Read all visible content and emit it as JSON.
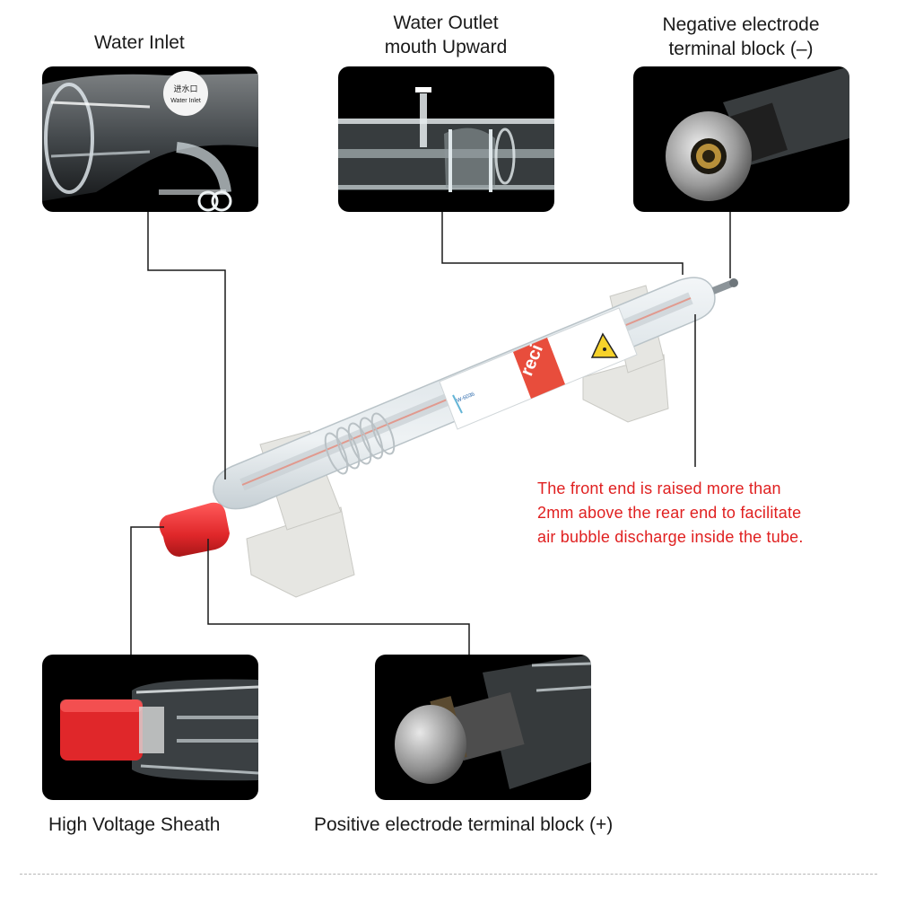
{
  "labels": {
    "water_inlet": "Water Inlet",
    "water_outlet_1": "Water Outlet",
    "water_outlet_2": "mouth Upward",
    "negative_1": "Negative electrode",
    "negative_2": "terminal block (–)",
    "high_voltage": "High Voltage Sheath",
    "positive": "Positive electrode terminal block (+)"
  },
  "note": {
    "line1": "The front end is raised more than",
    "line2": "2mm above the rear end to facilitate",
    "line3": "air bubble discharge inside the tube."
  },
  "inset_text": {
    "water_inlet_cn": "进水口",
    "water_inlet_en": "Water Inlet"
  },
  "tube_label": {
    "brand": "reci",
    "model": "W-6036"
  },
  "colors": {
    "note_red": "#e02020",
    "cap_red": "#e0272a",
    "leader_line": "#1a1a1a",
    "card_bg": "#000000"
  },
  "icons": [
    "laser-warning-icon"
  ]
}
